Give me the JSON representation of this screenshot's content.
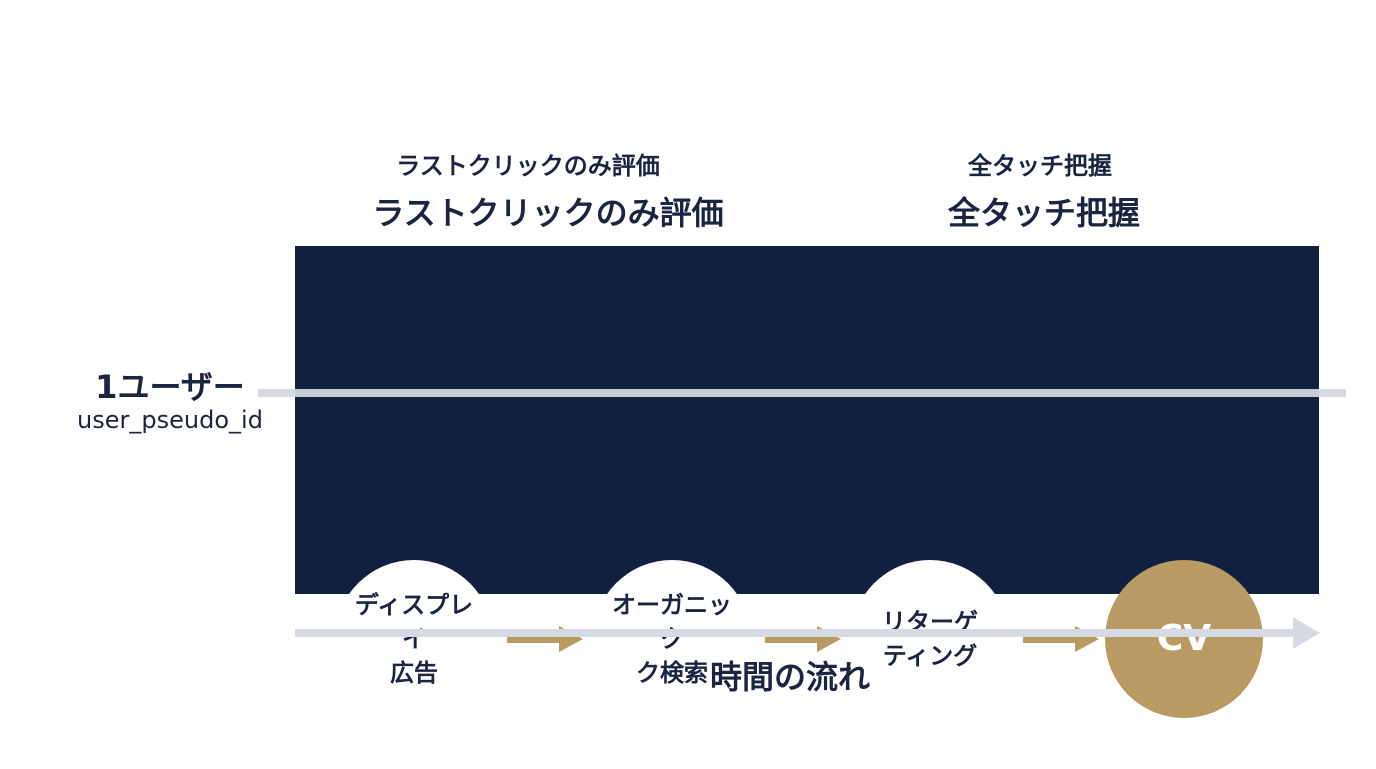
{
  "headings": {
    "left_small": "ラストクリックのみ評価",
    "left_large": "ラストクリックのみ評価",
    "right_small": "全タッチ把握",
    "right_large": "全タッチ把握"
  },
  "user": {
    "title": "1ユーザー",
    "subtitle": "user_pseudo_id"
  },
  "nodes": [
    {
      "line1": "ディスプレイ",
      "line2": "広告",
      "source": "traffic_source"
    },
    {
      "line1": "オーガニック",
      "line2": "ク検索",
      "source": "traffic_source"
    },
    {
      "line1": "リターゲ",
      "line2": "ティング",
      "source": "traffic_source"
    },
    {
      "line1": "CV",
      "line2": "",
      "source": "traffic_source"
    }
  ],
  "time_axis": {
    "label": "時間の流れ"
  },
  "colors": {
    "navy": "#12203f",
    "gold": "#b89a62",
    "text": "#1b2440",
    "line": "#d6dae3"
  }
}
